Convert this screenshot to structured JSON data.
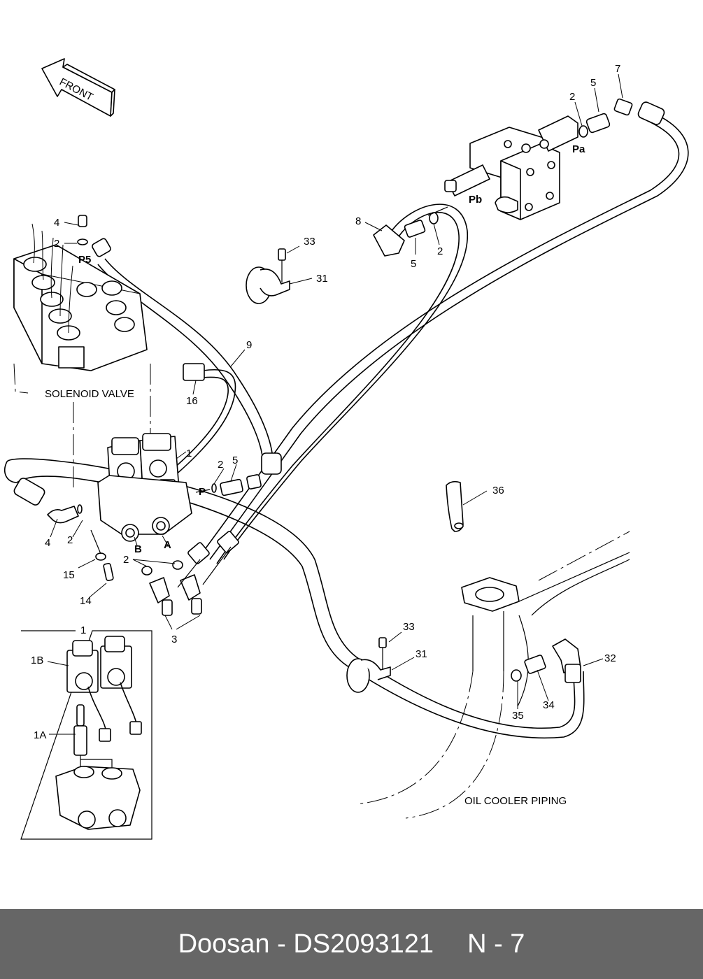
{
  "diagram": {
    "front_arrow_label": "FRONT",
    "captions": {
      "solenoid_valve": "SOLENOID VALVE",
      "oil_cooler_piping": "OIL COOLER PIPING"
    },
    "port_labels": {
      "p5": "P5",
      "pa": "Pa",
      "pb": "Pb",
      "p": "P",
      "a": "A",
      "b": "B"
    },
    "callouts": [
      {
        "id": "c7",
        "text": "7"
      },
      {
        "id": "c5_top",
        "text": "5"
      },
      {
        "id": "c2_top",
        "text": "2"
      },
      {
        "id": "c8",
        "text": "8"
      },
      {
        "id": "c5_mid",
        "text": "5"
      },
      {
        "id": "c2_mid",
        "text": "2"
      },
      {
        "id": "c4_sol",
        "text": "4"
      },
      {
        "id": "c2_sol",
        "text": "2"
      },
      {
        "id": "c33_top",
        "text": "33"
      },
      {
        "id": "c31_top",
        "text": "31"
      },
      {
        "id": "c9",
        "text": "9"
      },
      {
        "id": "c16",
        "text": "16"
      },
      {
        "id": "c1",
        "text": "1"
      },
      {
        "id": "c2_p",
        "text": "2"
      },
      {
        "id": "c5_p",
        "text": "5"
      },
      {
        "id": "c36",
        "text": "36"
      },
      {
        "id": "c4",
        "text": "4"
      },
      {
        "id": "c2_left",
        "text": "2"
      },
      {
        "id": "c15",
        "text": "15"
      },
      {
        "id": "c14",
        "text": "14"
      },
      {
        "id": "c2_ab",
        "text": "2"
      },
      {
        "id": "c3",
        "text": "3"
      },
      {
        "id": "c33_bot",
        "text": "33"
      },
      {
        "id": "c31_bot",
        "text": "31"
      },
      {
        "id": "c32",
        "text": "32"
      },
      {
        "id": "c34",
        "text": "34"
      },
      {
        "id": "c35",
        "text": "35"
      },
      {
        "id": "c1_inset",
        "text": "1"
      },
      {
        "id": "c1b",
        "text": "1B"
      },
      {
        "id": "c1a",
        "text": "1A"
      }
    ]
  },
  "footer": {
    "brand_part": "Doosan - DS2093121",
    "page_ref": "N - 7"
  }
}
